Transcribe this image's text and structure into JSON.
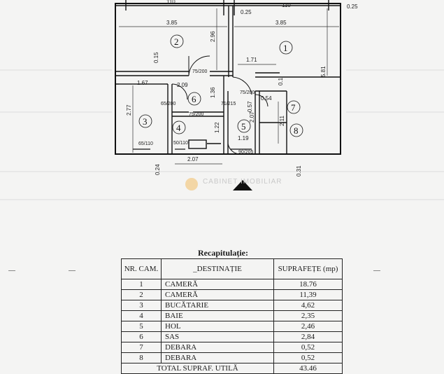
{
  "plan": {
    "dims_top": [
      "110",
      "0.25",
      "110",
      "0.25"
    ],
    "room_widths": [
      "3.85",
      "3.85"
    ],
    "vertical_dims": [
      "2.96",
      "5.81",
      "2.77",
      "1.36",
      "1.22",
      "2.07",
      "2.11",
      "0.15",
      "0.1",
      "0.24",
      "0.31"
    ],
    "inner_dims": [
      "1.67",
      "2.09",
      "1.71",
      "0.57",
      "0.54",
      "1.19",
      "2.07"
    ],
    "doors": [
      "75/200",
      "65/200",
      "75/200",
      "71/215",
      "75/200",
      "65/110",
      "50/110",
      "90/205"
    ],
    "rooms": [
      "1",
      "2",
      "3",
      "4",
      "5",
      "6",
      "7",
      "8"
    ],
    "watermark": "CABINET IMOBILIAR"
  },
  "recap": {
    "title": "Recapitulație:",
    "headers": {
      "nr": "NR. CAM.",
      "dest": "_DESTINAȚIE",
      "supr": "SUPRAFEȚE (mp)"
    },
    "rows": [
      {
        "nr": "1",
        "dest": "CAMERĂ",
        "supr": "18.76"
      },
      {
        "nr": "2",
        "dest": "CAMERĂ",
        "supr": "11,39"
      },
      {
        "nr": "3",
        "dest": "BUCĂTARIE",
        "supr": "4,62"
      },
      {
        "nr": "4",
        "dest": "BAIE",
        "supr": "2,35"
      },
      {
        "nr": "5",
        "dest": "HOL",
        "supr": "2,46"
      },
      {
        "nr": "6",
        "dest": "SAS",
        "supr": "2,84"
      },
      {
        "nr": "7",
        "dest": "DEBARA",
        "supr": "0,52"
      },
      {
        "nr": "8",
        "dest": "DEBARA",
        "supr": "0,52"
      }
    ],
    "total_label": "TOTAL SUPRAF. UTILĂ",
    "total_value": "43.46"
  }
}
